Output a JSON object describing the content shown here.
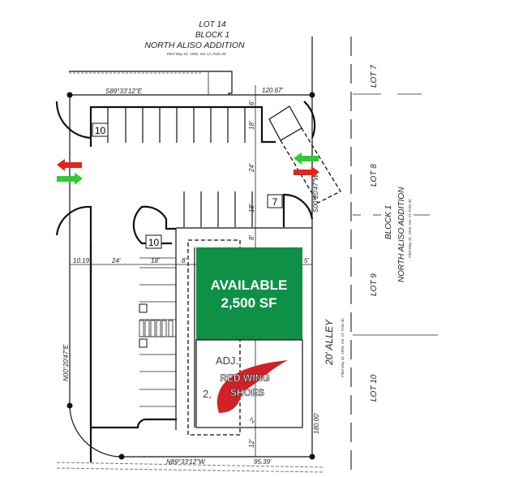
{
  "top_lot": {
    "lot": "LOT 14",
    "block": "BLOCK 1",
    "addition": "NORTH ALISO ADDITION",
    "filed": "Filed May 31, 1950, Vol. Ct, Folio 30"
  },
  "right_lots": {
    "lot7": "LOT 7",
    "lot8": "LOT 8",
    "lot9": "LOT 9",
    "lot10": "LOT 10",
    "block": "BLOCK 1",
    "addition": "NORTH ALISO ADDITION",
    "filed": "Filed May 31, 1950, Vol. Ct, Folio 30"
  },
  "alley": {
    "label": "20' ALLEY",
    "filed": "Filed May 31, 1950, Vol. Ct, Folio 30"
  },
  "bearings": {
    "top": "S89°33'12\"E",
    "top_len": "120.67'",
    "left": "N00°20'47\"E",
    "bottom": "N89°33'12\"W",
    "bottom_len": "95.39'",
    "right": "S00°20'47\"W",
    "right_len": "180.00'"
  },
  "dimensions": {
    "d1": "10.19'",
    "d2": "24'",
    "d3": "18'",
    "d4": "8'",
    "d5": "5'",
    "v1": "6'",
    "v2": "18'",
    "v3": "24'",
    "v4": "18'",
    "v5": "8'",
    "v6": "12'",
    "v7": "2'"
  },
  "parking_counts": {
    "top_row": "10",
    "lower_row": "10",
    "right_row": "7"
  },
  "available": {
    "line1": "AVAILABLE",
    "line2": "2,500 SF",
    "color": "#0e9146"
  },
  "adjacent": {
    "prefix": "ADJ.",
    "size_prefix": "2,",
    "brand_line1": "RED WING",
    "brand_line2": "SHOES",
    "brand_color": "#d32027"
  },
  "arrows": {
    "in_color": "#2ecc2e",
    "out_color": "#e3241b"
  }
}
